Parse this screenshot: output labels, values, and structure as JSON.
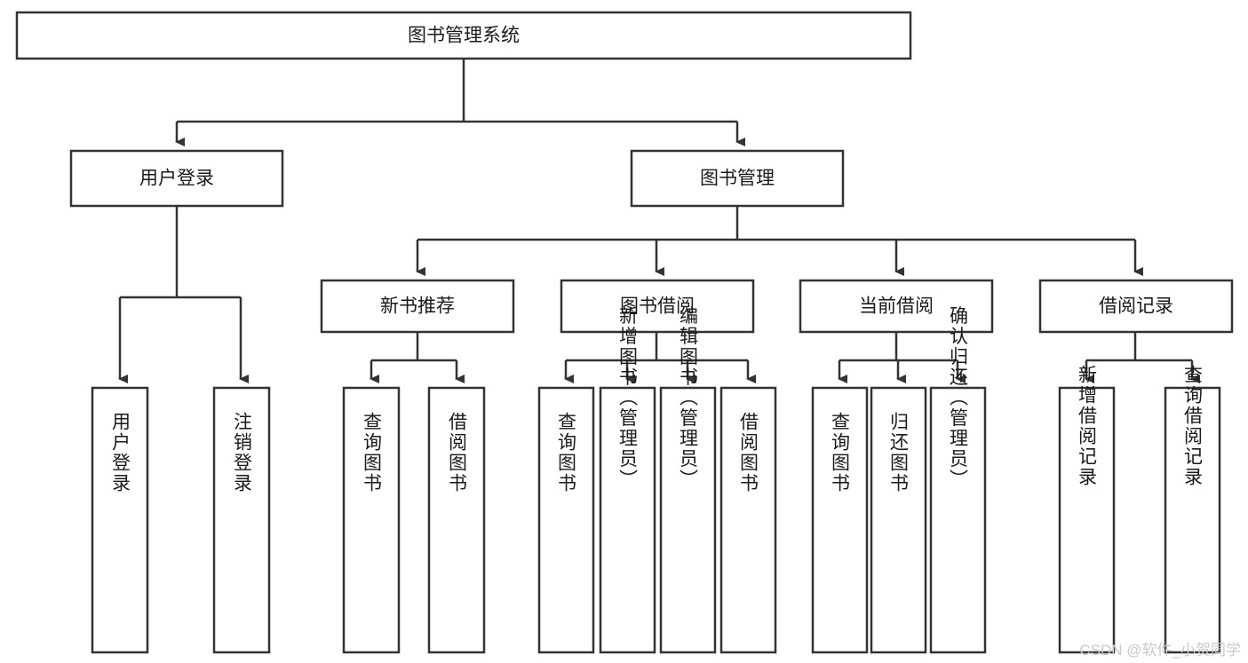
{
  "diagram": {
    "title": "图书管理系统",
    "watermark": "CSDN @软件_小贺同学",
    "type": "tree-hierarchy-diagram",
    "root": {
      "id": "root",
      "label": "图书管理系统",
      "orientation": "horizontal"
    },
    "level2": [
      {
        "id": "user-login",
        "label": "用户登录",
        "orientation": "horizontal"
      },
      {
        "id": "book-manage",
        "label": "图书管理",
        "orientation": "horizontal"
      }
    ],
    "level3": [
      {
        "id": "new-book-recommend",
        "label": "新书推荐",
        "parent": "book-manage",
        "orientation": "horizontal"
      },
      {
        "id": "book-borrow",
        "label": "图书借阅",
        "parent": "book-manage",
        "orientation": "horizontal"
      },
      {
        "id": "current-borrow",
        "label": "当前借阅",
        "parent": "book-manage",
        "orientation": "horizontal"
      },
      {
        "id": "borrow-record",
        "label": "借阅记录",
        "parent": "book-manage",
        "orientation": "horizontal"
      }
    ],
    "leaves": [
      {
        "id": "leaf-user-login",
        "label": "用户登录",
        "parent": "user-login",
        "orientation": "vertical"
      },
      {
        "id": "leaf-logout-login",
        "label": "注销登录",
        "parent": "user-login",
        "orientation": "vertical"
      },
      {
        "id": "leaf-query-book-1",
        "label": "查询图书",
        "parent": "new-book-recommend",
        "orientation": "vertical"
      },
      {
        "id": "leaf-borrow-book-1",
        "label": "借阅图书",
        "parent": "new-book-recommend",
        "orientation": "vertical"
      },
      {
        "id": "leaf-query-book-2",
        "label": "查询图书",
        "parent": "book-borrow",
        "orientation": "vertical"
      },
      {
        "id": "leaf-add-book",
        "label": "新增图书（管理员）",
        "parent": "book-borrow",
        "orientation": "vertical"
      },
      {
        "id": "leaf-edit-book",
        "label": "编辑图书（管理员）",
        "parent": "book-borrow",
        "orientation": "vertical"
      },
      {
        "id": "leaf-borrow-book-2",
        "label": "借阅图书",
        "parent": "book-borrow",
        "orientation": "vertical"
      },
      {
        "id": "leaf-query-book-3",
        "label": "查询图书",
        "parent": "current-borrow",
        "orientation": "vertical"
      },
      {
        "id": "leaf-return-book",
        "label": "归还图书",
        "parent": "current-borrow",
        "orientation": "vertical"
      },
      {
        "id": "leaf-confirm-return",
        "label": "确认归还（管理员）",
        "parent": "current-borrow",
        "orientation": "vertical"
      },
      {
        "id": "leaf-add-record",
        "label": "新增借阅记录",
        "parent": "borrow-record",
        "orientation": "vertical"
      },
      {
        "id": "leaf-query-record",
        "label": "查询借阅记录",
        "parent": "borrow-record",
        "orientation": "vertical"
      }
    ],
    "colors": {
      "stroke": "#333333",
      "fill": "#ffffff",
      "text": "#1a1a1a",
      "watermark": "#c9c9c9"
    }
  }
}
